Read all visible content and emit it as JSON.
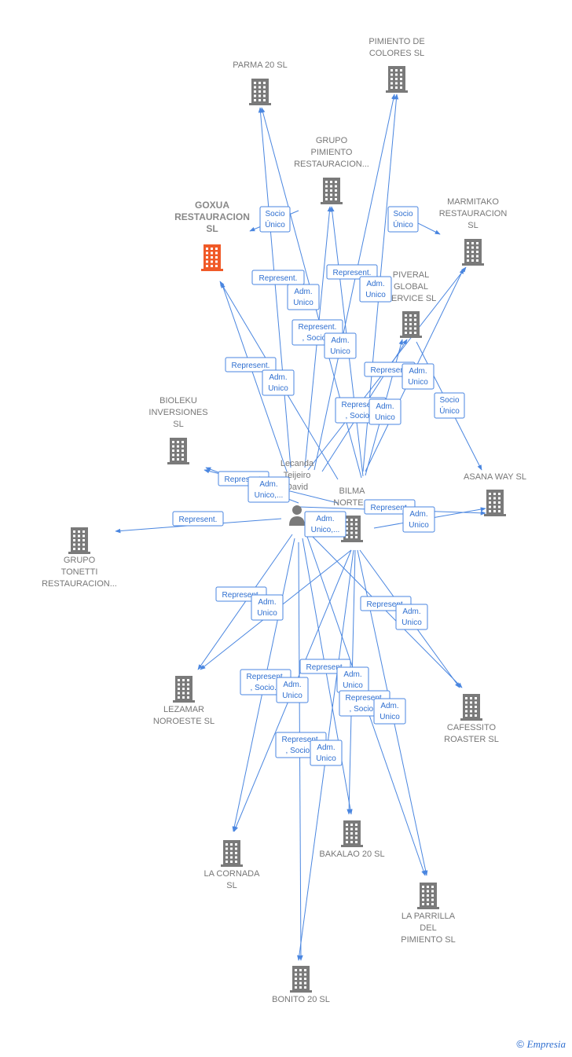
{
  "colors": {
    "edge": "#4a86e0",
    "building": "#7a7a7a",
    "highlight": "#f05a28",
    "person": "#7a7a7a"
  },
  "nodes": [
    {
      "id": "parma",
      "icon": "building-icon",
      "label": [
        "PARMA 20 SL"
      ]
    },
    {
      "id": "pimiento-colores",
      "icon": "building-icon",
      "label": [
        "PIMIENTO DE",
        "COLORES SL"
      ]
    },
    {
      "id": "grupo-pimiento",
      "icon": "building-icon",
      "label": [
        "GRUPO",
        "PIMIENTO",
        "RESTAURACION..."
      ]
    },
    {
      "id": "goxua",
      "icon": "building-icon",
      "highlight": true,
      "label": [
        "GOXUA",
        "RESTAURACION",
        "SL"
      ]
    },
    {
      "id": "marmitako",
      "icon": "building-icon",
      "label": [
        "MARMITAKO",
        "RESTAURACION",
        "SL"
      ]
    },
    {
      "id": "piveral",
      "icon": "building-icon",
      "label": [
        "PIVERAL",
        "GLOBAL",
        "SERVICE SL"
      ]
    },
    {
      "id": "bioleku",
      "icon": "building-icon",
      "label": [
        "BIOLEKU",
        "INVERSIONES",
        "SL"
      ]
    },
    {
      "id": "lecanda",
      "icon": "person-icon",
      "label": [
        "Lecanda",
        "Teijeiro",
        "David"
      ]
    },
    {
      "id": "bilma",
      "icon": "building-icon",
      "label": [
        "BILMA",
        "NORTE..."
      ]
    },
    {
      "id": "asana",
      "icon": "building-icon",
      "label": [
        "ASANA WAY SL"
      ]
    },
    {
      "id": "grupo-tonetti",
      "icon": "building-icon",
      "label": [
        "GRUPO",
        "TONETTI",
        "RESTAURACION..."
      ]
    },
    {
      "id": "lezamar",
      "icon": "building-icon",
      "label": [
        "LEZAMAR",
        "NOROESTE  SL"
      ]
    },
    {
      "id": "cafessito",
      "icon": "building-icon",
      "label": [
        "CAFESSITO",
        "ROASTER  SL"
      ]
    },
    {
      "id": "bakalao",
      "icon": "building-icon",
      "label": [
        "BAKALAO 20  SL"
      ]
    },
    {
      "id": "la-cornada",
      "icon": "building-icon",
      "label": [
        "LA CORNADA",
        "SL"
      ]
    },
    {
      "id": "la-parrilla",
      "icon": "building-icon",
      "label": [
        "LA PARRILLA",
        "DEL",
        "PIMIENTO  SL"
      ]
    },
    {
      "id": "bonito",
      "icon": "building-icon",
      "label": [
        "BONITO 20  SL"
      ]
    }
  ],
  "edge_labels": [
    {
      "id": "l1",
      "lines": [
        "Socio",
        "Único"
      ]
    },
    {
      "id": "l2",
      "lines": [
        "Socio",
        "Único"
      ]
    },
    {
      "id": "l3",
      "lines": [
        "Represent."
      ]
    },
    {
      "id": "l4",
      "lines": [
        "Adm.",
        "Unico"
      ]
    },
    {
      "id": "l5",
      "lines": [
        "Represent."
      ]
    },
    {
      "id": "l6",
      "lines": [
        "Adm.",
        "Unico"
      ]
    },
    {
      "id": "l7",
      "lines": [
        "Represent.",
        ", Socio..."
      ]
    },
    {
      "id": "l8",
      "lines": [
        "Adm.",
        "Unico"
      ]
    },
    {
      "id": "l9",
      "lines": [
        "Represent."
      ]
    },
    {
      "id": "l10",
      "lines": [
        "Adm.",
        "Unico"
      ]
    },
    {
      "id": "l11",
      "lines": [
        "Represent."
      ]
    },
    {
      "id": "l12",
      "lines": [
        "Adm.",
        "Unico"
      ]
    },
    {
      "id": "l13",
      "lines": [
        "Represent.",
        ", Socio..."
      ]
    },
    {
      "id": "l14",
      "lines": [
        "Adm.",
        "Unico"
      ]
    },
    {
      "id": "l15",
      "lines": [
        "Socio",
        "Único"
      ]
    },
    {
      "id": "l16",
      "lines": [
        "Represent."
      ]
    },
    {
      "id": "l17",
      "lines": [
        "Adm.",
        "Unico,..."
      ]
    },
    {
      "id": "l18",
      "lines": [
        "Represent."
      ]
    },
    {
      "id": "l19",
      "lines": [
        "Adm.",
        "Unico,..."
      ]
    },
    {
      "id": "l20",
      "lines": [
        "Represent."
      ]
    },
    {
      "id": "l21",
      "lines": [
        "Adm.",
        "Unico"
      ]
    },
    {
      "id": "l22",
      "lines": [
        "Represent."
      ]
    },
    {
      "id": "l23",
      "lines": [
        "Adm.",
        "Unico"
      ]
    },
    {
      "id": "l24",
      "lines": [
        "Represent."
      ]
    },
    {
      "id": "l25",
      "lines": [
        "Adm.",
        "Unico"
      ]
    },
    {
      "id": "l26",
      "lines": [
        "Represent.",
        ", Socio..."
      ]
    },
    {
      "id": "l27",
      "lines": [
        "Adm.",
        "Unico"
      ]
    },
    {
      "id": "l28",
      "lines": [
        "Represent."
      ]
    },
    {
      "id": "l29",
      "lines": [
        "Adm.",
        "Unico"
      ]
    },
    {
      "id": "l30",
      "lines": [
        "Represent.",
        ", Socio..."
      ]
    },
    {
      "id": "l31",
      "lines": [
        "Adm.",
        "Unico"
      ]
    },
    {
      "id": "l32",
      "lines": [
        "Represent.",
        ", Socio..."
      ]
    },
    {
      "id": "l33",
      "lines": [
        "Adm.",
        "Unico"
      ]
    }
  ],
  "footer": {
    "copyright": "©",
    "brand": "Empresia"
  }
}
